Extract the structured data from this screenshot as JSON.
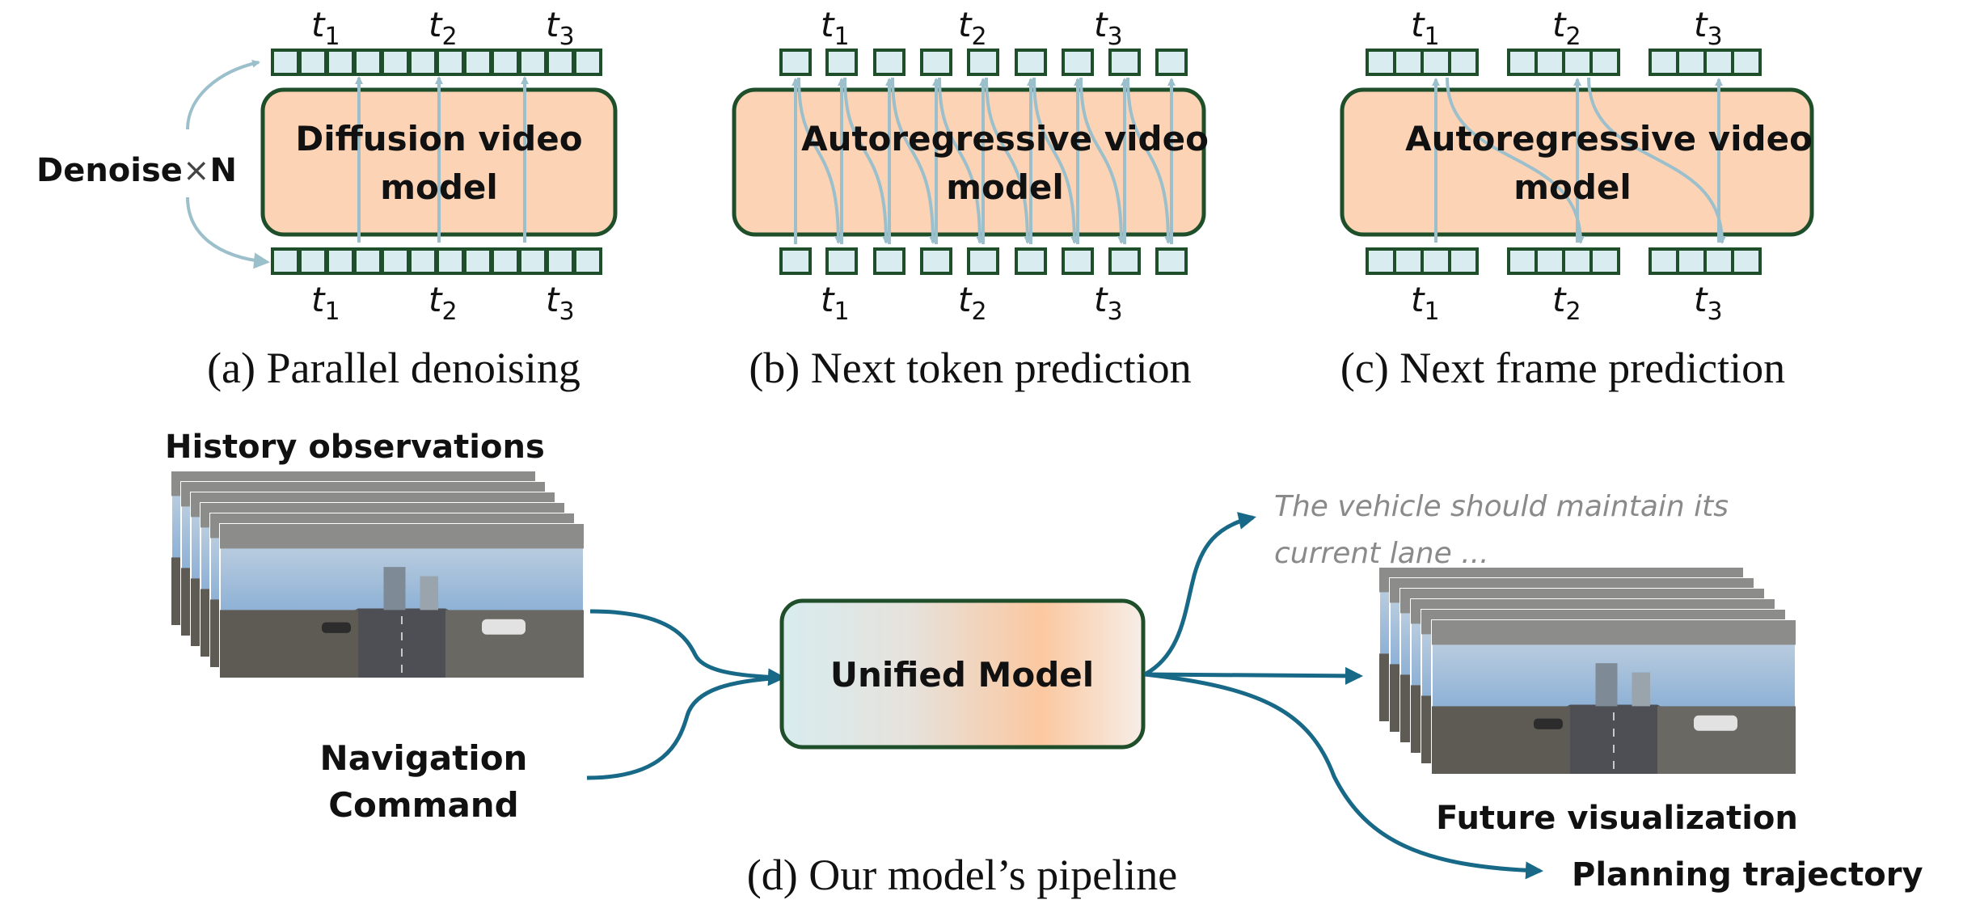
{
  "colors": {
    "token_fill": "#d9edf0",
    "token_stroke": "#1e4f2a",
    "model_fill": "#fcd4b5",
    "model_stroke": "#1e4f2a",
    "arrow_light": "#9cbfcc",
    "arrow_dark": "#176987",
    "text": "#111111",
    "note_text": "#8a8a8a"
  },
  "panel_a": {
    "model_line1": "Diffusion video",
    "model_line2": "model",
    "denoise_label": "Denoise",
    "denoise_times": "×",
    "denoise_n": "N",
    "top_times": [
      {
        "t": "t",
        "sub": "1"
      },
      {
        "t": "t",
        "sub": "2"
      },
      {
        "t": "t",
        "sub": "3"
      }
    ],
    "bottom_times": [
      {
        "t": "t",
        "sub": "1"
      },
      {
        "t": "t",
        "sub": "2"
      },
      {
        "t": "t",
        "sub": "3"
      }
    ],
    "caption": "(a) Parallel denoising"
  },
  "panel_b": {
    "model_line1": "Autoregressive video",
    "model_line2": "model",
    "top_times": [
      {
        "t": "t",
        "sub": "1"
      },
      {
        "t": "t",
        "sub": "2"
      },
      {
        "t": "t",
        "sub": "3"
      }
    ],
    "bottom_times": [
      {
        "t": "t",
        "sub": "1"
      },
      {
        "t": "t",
        "sub": "2"
      },
      {
        "t": "t",
        "sub": "3"
      }
    ],
    "caption": "(b) Next token prediction"
  },
  "panel_c": {
    "model_line1": "Autoregressive video",
    "model_line2": "model",
    "top_times": [
      {
        "t": "t",
        "sub": "1"
      },
      {
        "t": "t",
        "sub": "2"
      },
      {
        "t": "t",
        "sub": "3"
      }
    ],
    "bottom_times": [
      {
        "t": "t",
        "sub": "1"
      },
      {
        "t": "t",
        "sub": "2"
      },
      {
        "t": "t",
        "sub": "3"
      }
    ],
    "caption": "(c) Next frame prediction"
  },
  "panel_d": {
    "history_label": "History observations",
    "nav_line1": "Navigation",
    "nav_line2": "Command",
    "model_label": "Unified Model",
    "text_output_line1": "The vehicle should maintain its",
    "text_output_line2": "current lane ...",
    "future_label": "Future visualization",
    "planning_label": "Planning trajectory",
    "caption": "(d) Our model’s pipeline"
  }
}
